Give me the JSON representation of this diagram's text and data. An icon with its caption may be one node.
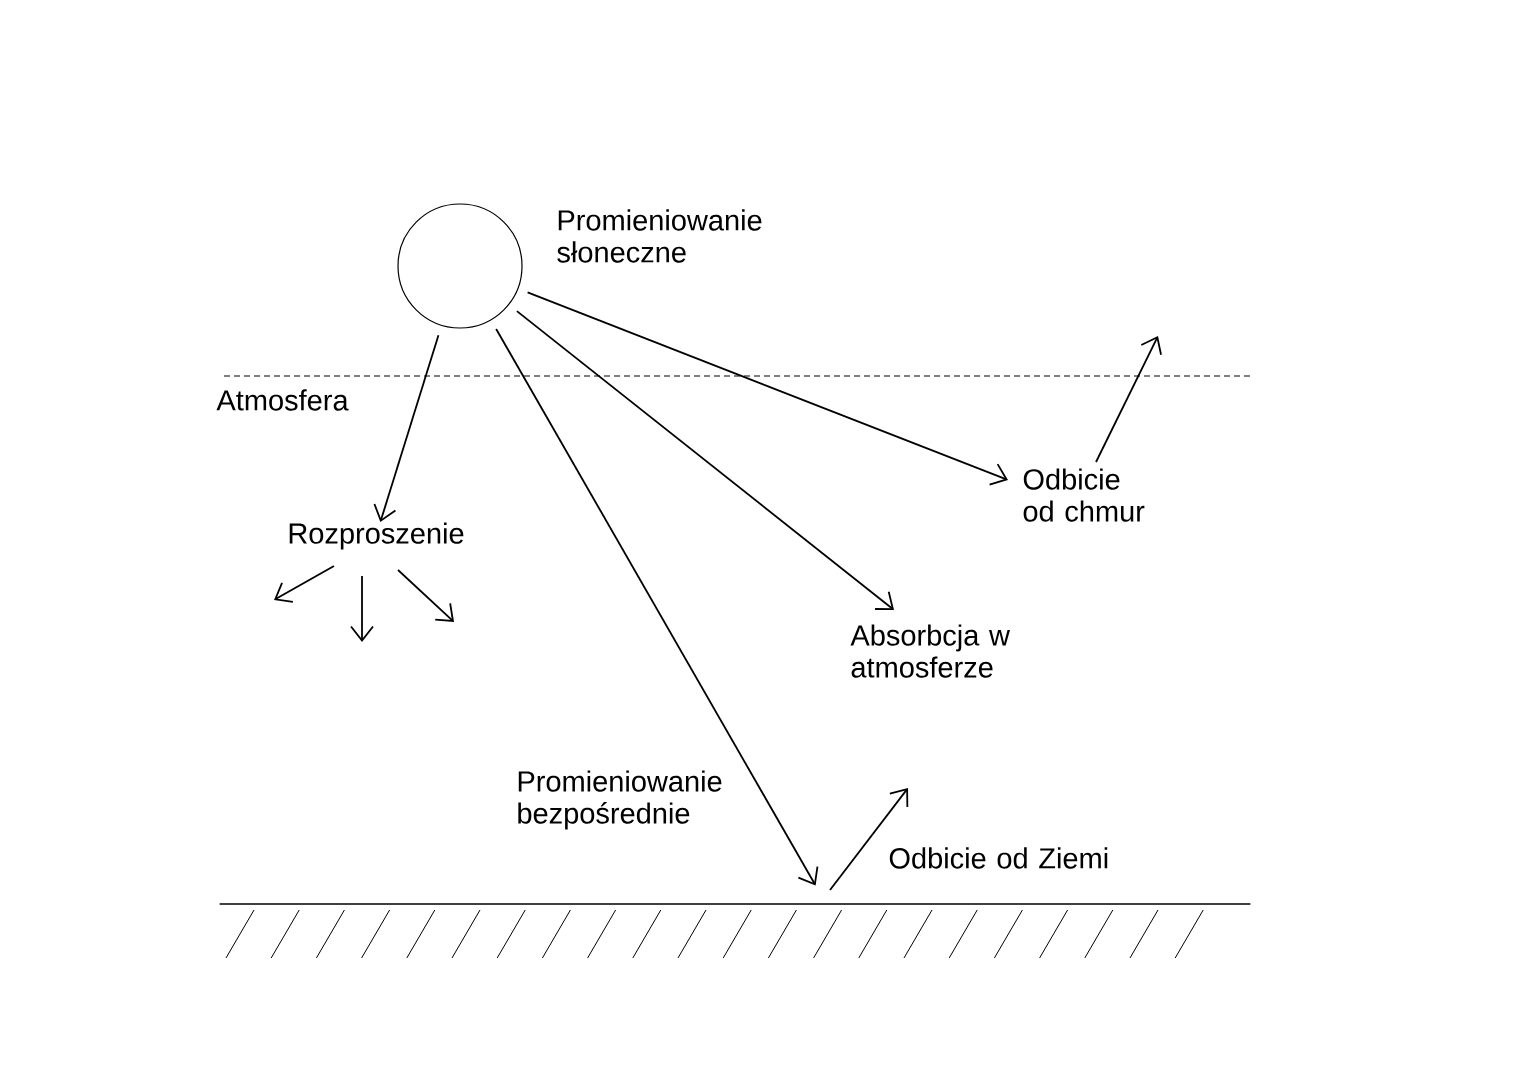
{
  "diagram": {
    "nodes": [
      {
        "text": [],
        "shape": "circle",
        "beside": [
          "Promieniowanie słoneczne"
        ]
      },
      {
        "text": [
          "Rozproszenie"
        ]
      },
      {
        "text": [
          "Absorbcja w atmosferze"
        ]
      },
      {
        "text": [
          "Odbicie od chmur"
        ]
      },
      {
        "text": [],
        "shape": "bar"
      }
    ],
    "edges": [
      {
        "from": 0,
        "to": 1,
        "arrow": "to"
      },
      {
        "from": 0,
        "to": 4,
        "arrow": "to",
        "label": "Promieniowanie bezpośrednie"
      },
      {
        "from": 0,
        "to": 2,
        "arrow": "to"
      },
      {
        "from": 0,
        "to": 3,
        "arrow": "to"
      },
      {
        "from": 3,
        "to": null,
        "arrow": "to"
      },
      {
        "from": 1,
        "to": null,
        "arrow": "to"
      },
      {
        "from": 1,
        "to": null,
        "arrow": "to"
      },
      {
        "from": 1,
        "to": null,
        "arrow": "to"
      },
      {
        "from": 4,
        "to": null,
        "arrow": "to",
        "label": "Odbicie od Ziemi"
      }
    ],
    "labels": [
      "Atmosfera"
    ]
  }
}
